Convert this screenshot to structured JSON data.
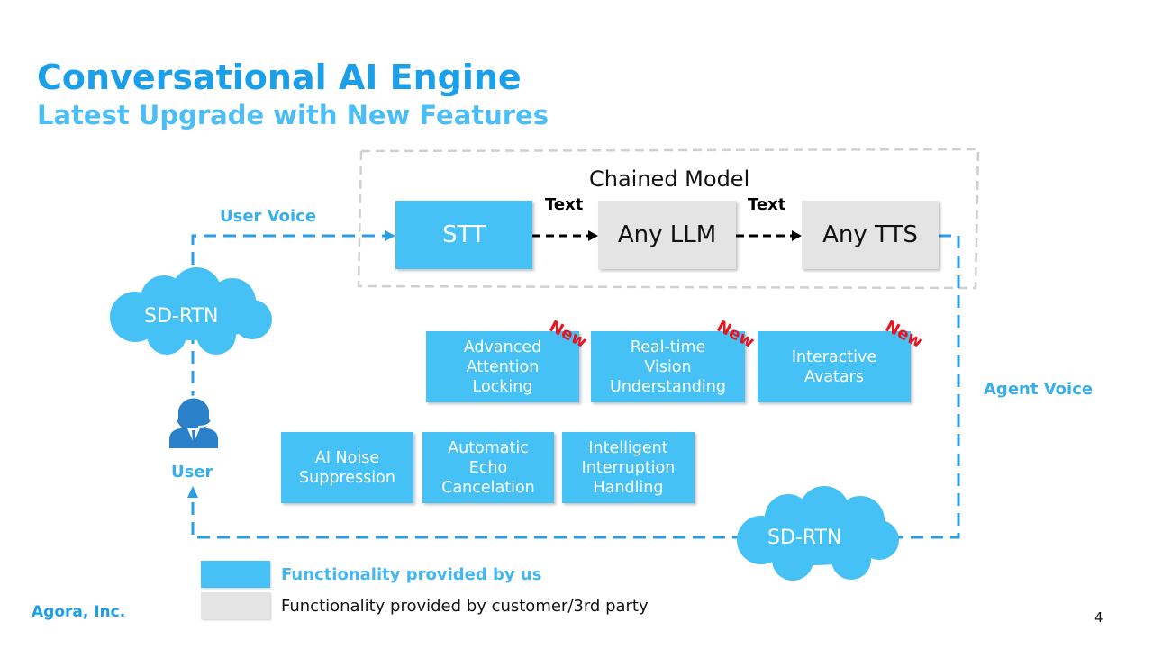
{
  "header": {
    "title": "Conversational AI Engine",
    "subtitle": "Latest Upgrade with New Features"
  },
  "pipeline": {
    "group_label": "Chained Model",
    "stt": "STT",
    "llm": "Any LLM",
    "tts": "Any TTS",
    "arrow_label_1": "Text",
    "arrow_label_2": "Text"
  },
  "flow": {
    "user_voice": "User Voice",
    "agent_voice": "Agent Voice",
    "user": "User",
    "sdrtn_left": "SD-RTN",
    "sdrtn_bottom": "SD-RTN"
  },
  "features": {
    "row1": [
      {
        "label": "Advanced\nAttention\nLocking",
        "badge": "New"
      },
      {
        "label": "Real-time\nVision\nUnderstanding",
        "badge": "New"
      },
      {
        "label": "Interactive\nAvatars",
        "badge": "New"
      }
    ],
    "row2": [
      {
        "label": "AI Noise\nSuppression"
      },
      {
        "label": "Automatic\nEcho\nCancelation"
      },
      {
        "label": "Intelligent\nInterruption\nHandling"
      }
    ]
  },
  "legend": {
    "ours": "Functionality provided by us",
    "third_party": "Functionality provided by customer/3rd party"
  },
  "footer": {
    "company": "Agora, Inc.",
    "page_number": "4"
  },
  "colors": {
    "accent_blue": "#45c1f5",
    "title_blue": "#1a9fe8",
    "gray_box": "#e4e4e4",
    "new_badge": "#e8141f"
  },
  "icons": [
    "user-headset-icon",
    "cloud-icon"
  ]
}
